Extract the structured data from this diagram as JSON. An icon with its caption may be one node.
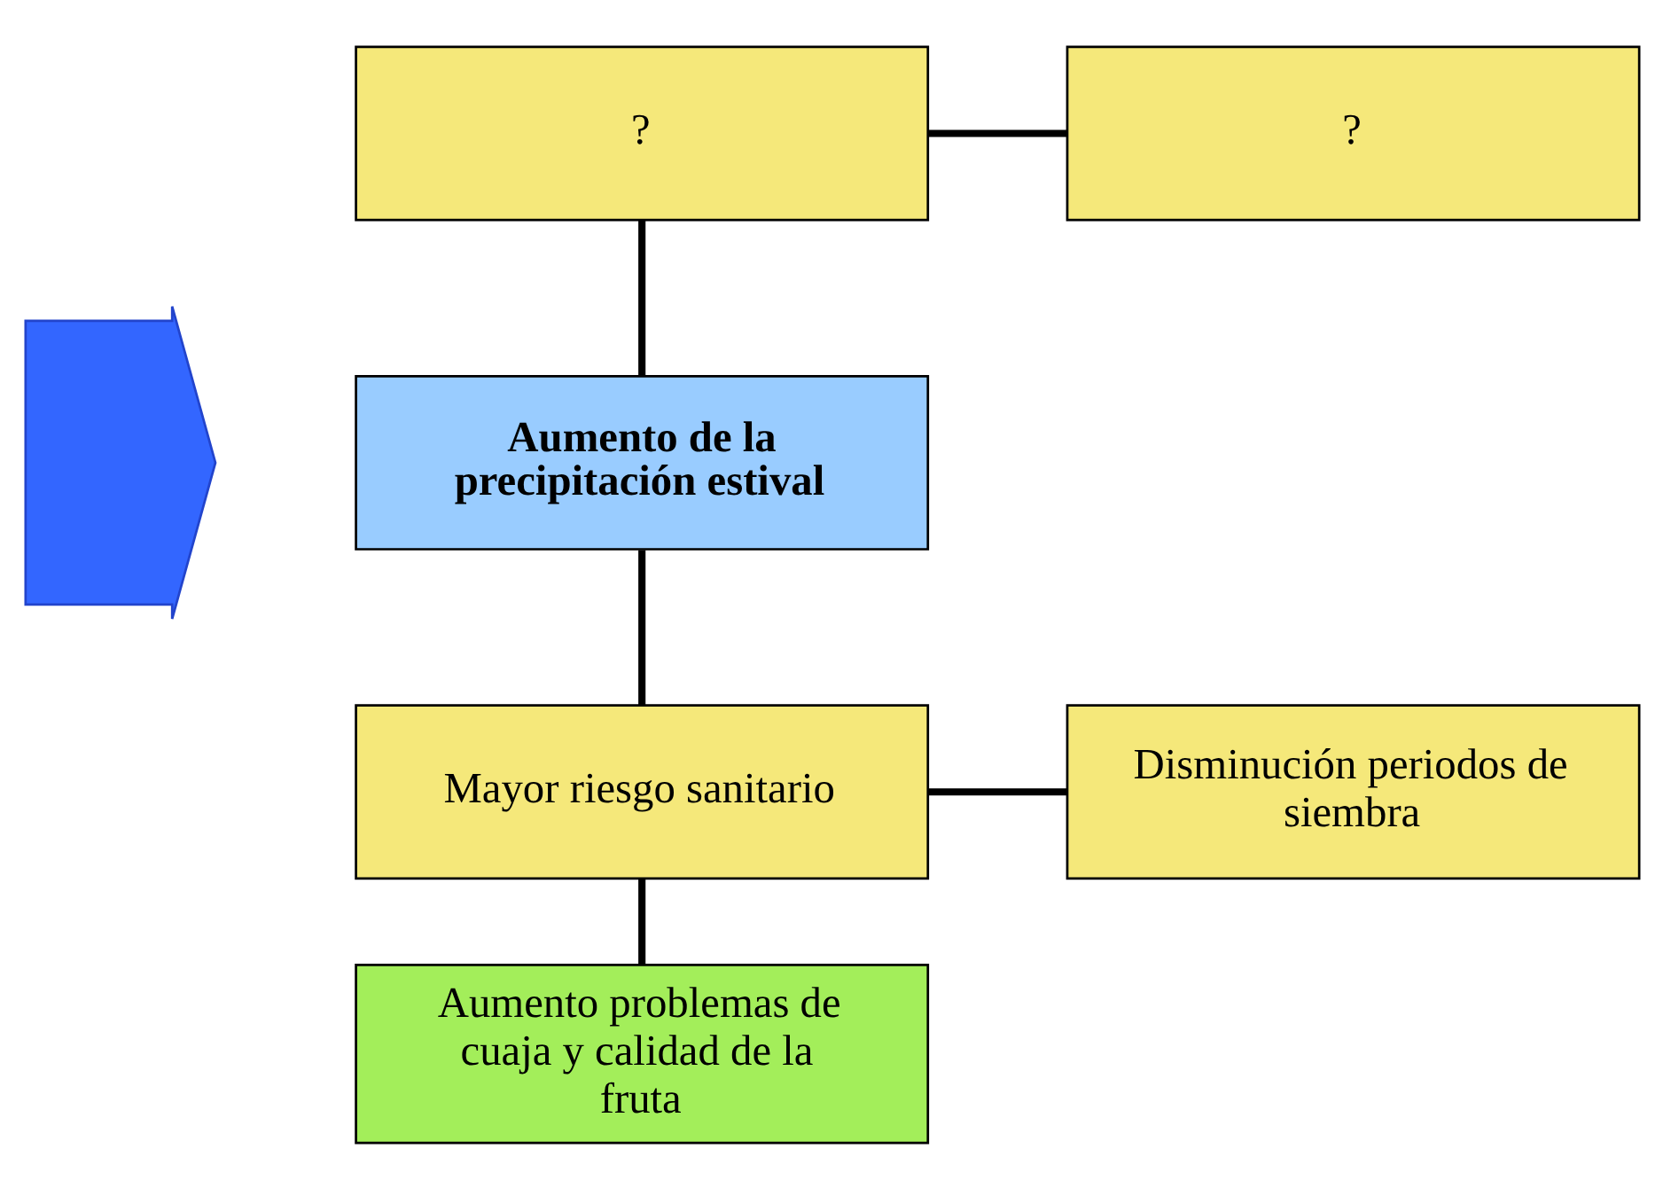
{
  "diagram": {
    "nodes": [
      {
        "text": [
          "?"
        ]
      },
      {
        "text": [
          "?"
        ]
      },
      {
        "text": [],
        "shape": "arrow"
      },
      {
        "text": [
          "Aumento de la precipitación estival"
        ]
      },
      {
        "text": [
          "Mayor riesgo sanitario"
        ]
      },
      {
        "text": [
          "Disminución periodos de siembra"
        ]
      },
      {
        "text": [
          "Aumento problemas de cuaja y calidad de la fruta"
        ]
      }
    ],
    "edges": [
      {
        "from": 0,
        "to": 1,
        "arrow": "none"
      },
      {
        "from": 0,
        "to": 3,
        "arrow": "none"
      },
      {
        "from": 3,
        "to": 4,
        "arrow": "none"
      },
      {
        "from": 4,
        "to": 5,
        "arrow": "none"
      },
      {
        "from": 4,
        "to": 6,
        "arrow": "none"
      }
    ]
  }
}
